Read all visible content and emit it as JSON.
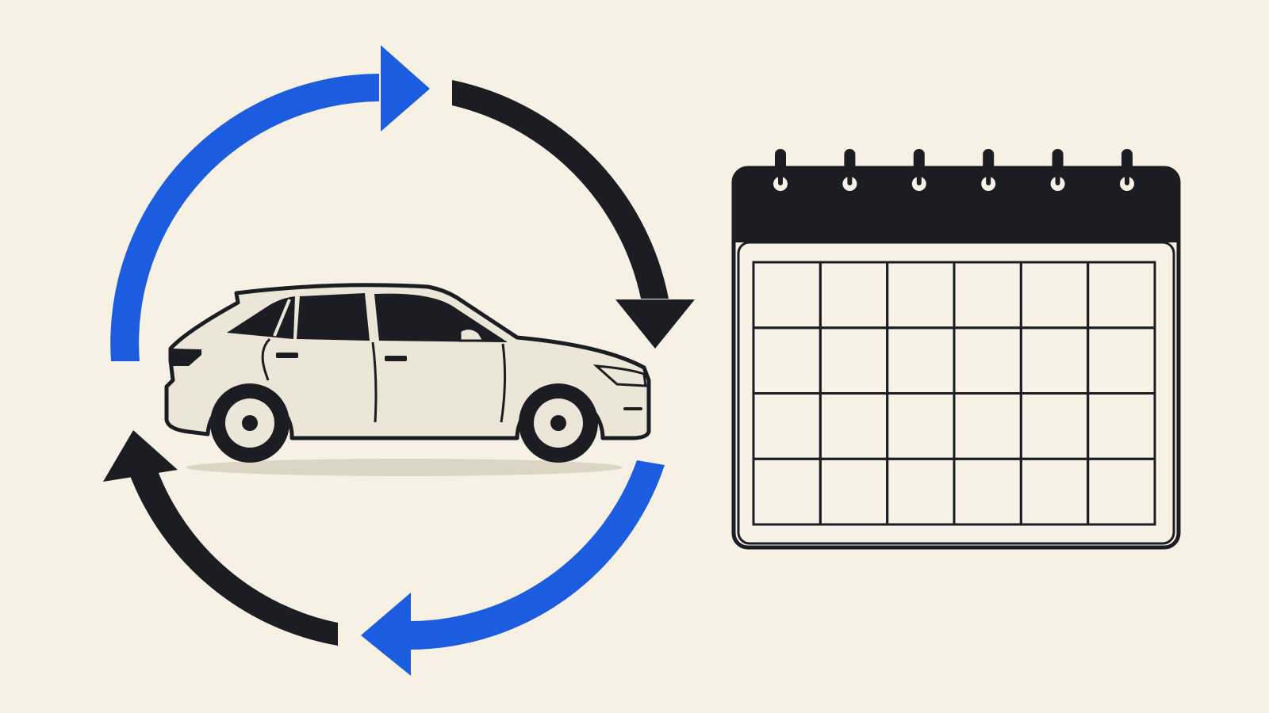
{
  "colors": {
    "background": "#f7f1e5",
    "ink": "#1b1d22",
    "accent_blue": "#1c5de0",
    "car_body": "#ece6d8",
    "calendar_paper": "#f8f2e6",
    "shadow": "#ddd5c4"
  },
  "diagram": {
    "cycle_arrows": [
      {
        "position": "top-left",
        "color": "accent_blue"
      },
      {
        "position": "top-right",
        "color": "ink"
      },
      {
        "position": "bottom-right",
        "color": "accent_blue"
      },
      {
        "position": "bottom-left",
        "color": "ink"
      }
    ],
    "center_icon": "car-icon",
    "side_icon": "calendar-icon",
    "calendar": {
      "ring_count": 6,
      "grid_columns": 6,
      "grid_rows": 4
    }
  }
}
